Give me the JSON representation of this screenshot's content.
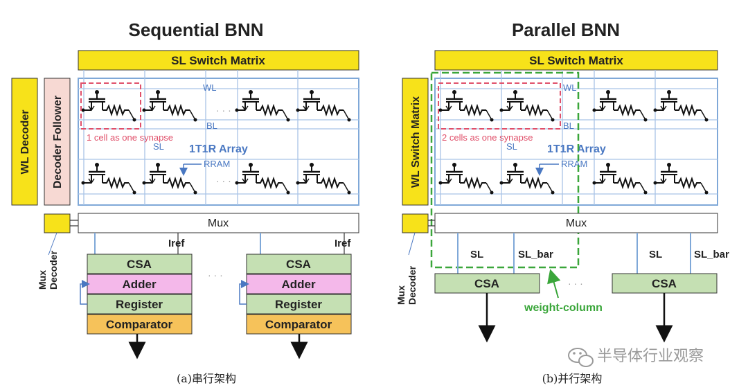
{
  "colors": {
    "yellow": "#f7e21a",
    "pink": "#f7d9d3",
    "green_block": "#c5e0b3",
    "magenta_block": "#f4b8ea",
    "orange_block": "#f6c25a",
    "array_blue": "#7fa8d8",
    "label_blue": "#4a78c2",
    "synapse_red": "#e0506a",
    "weight_green": "#3aa63a"
  },
  "left": {
    "title": "Sequential BNN",
    "sl_switch": "SL Switch Matrix",
    "wl_decoder": "WL Decoder",
    "decoder_follower": "Decoder Follower",
    "array_label": "1T1R Array",
    "wl": "WL",
    "bl": "BL",
    "sl": "SL",
    "rram": "RRAM",
    "synapse_note": "1 cell as one synapse",
    "mux": "Mux",
    "mux_decoder": "Mux Decoder",
    "iref": "Iref",
    "pipeline": [
      "CSA",
      "Adder",
      "Register",
      "Comparator"
    ],
    "ellipsis": "· · ·",
    "caption": "(a)串行架构"
  },
  "right": {
    "title": "Parallel BNN",
    "sl_switch": "SL Switch Matrix",
    "wl_switch": "WL Switch Matrix",
    "array_label": "1T1R Array",
    "wl": "WL",
    "bl": "BL",
    "sl": "SL",
    "rram": "RRAM",
    "synapse_note": "2 cells as one synapse",
    "mux": "Mux",
    "mux_decoder": "Mux Decoder",
    "sl_pos": "SL",
    "sl_bar": "SL_bar",
    "csa": "CSA",
    "weight_column": "weight-column",
    "ellipsis": "· · ·",
    "caption": "(b)并行架构"
  },
  "watermark": "半导体行业观察"
}
